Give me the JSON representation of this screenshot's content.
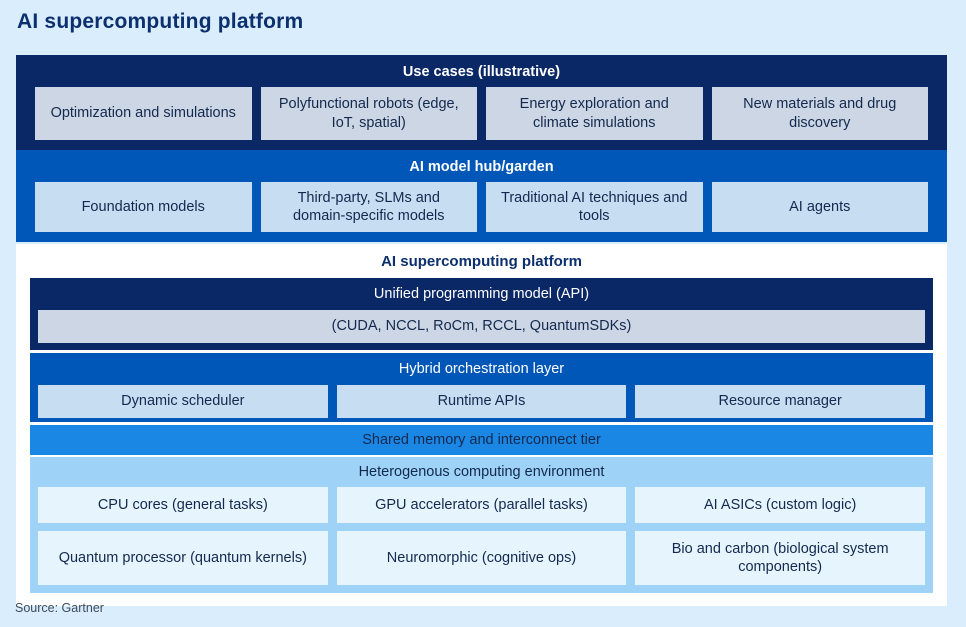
{
  "page": {
    "title": "AI supercomputing platform",
    "source": "Source: Gartner"
  },
  "colors": {
    "background": "#d9edfd",
    "navy": "#0a2766",
    "blue": "#0057b8",
    "bright_blue": "#1b87e4",
    "light_blue_section": "#9ed2f6",
    "gray_blue_cell": "#ccd6e4",
    "light_blue_cell": "#c7ddf2",
    "pale_blue_cell": "#e6f4fd",
    "dark_text": "#14294e",
    "title_text": "#0c2f6e"
  },
  "use_cases": {
    "title": "Use cases (illustrative)",
    "items": [
      "Optimization and simulations",
      "Polyfunctional robots (edge, IoT, spatial)",
      "Energy exploration and climate simulations",
      "New materials and drug discovery"
    ]
  },
  "model_hub": {
    "title": "AI model hub/garden",
    "items": [
      "Foundation models",
      "Third-party, SLMs and domain-specific models",
      "Traditional AI techniques and tools",
      "AI agents"
    ]
  },
  "platform": {
    "title": "AI supercomputing platform",
    "unified": {
      "title": "Unified programming model (API)",
      "item": "(CUDA, NCCL, RoCm, RCCL, QuantumSDKs)"
    },
    "hybrid": {
      "title": "Hybrid orchestration layer",
      "items": [
        "Dynamic scheduler",
        "Runtime APIs",
        "Resource manager"
      ]
    },
    "shared_tier": "Shared memory and interconnect tier",
    "heterogenous": {
      "title": "Heterogenous computing environment",
      "items": [
        "CPU cores (general tasks)",
        "GPU accelerators (parallel tasks)",
        "AI ASICs (custom logic)",
        "Quantum processor (quantum kernels)",
        "Neuromorphic (cognitive ops)",
        "Bio and carbon (biological system components)"
      ]
    }
  }
}
